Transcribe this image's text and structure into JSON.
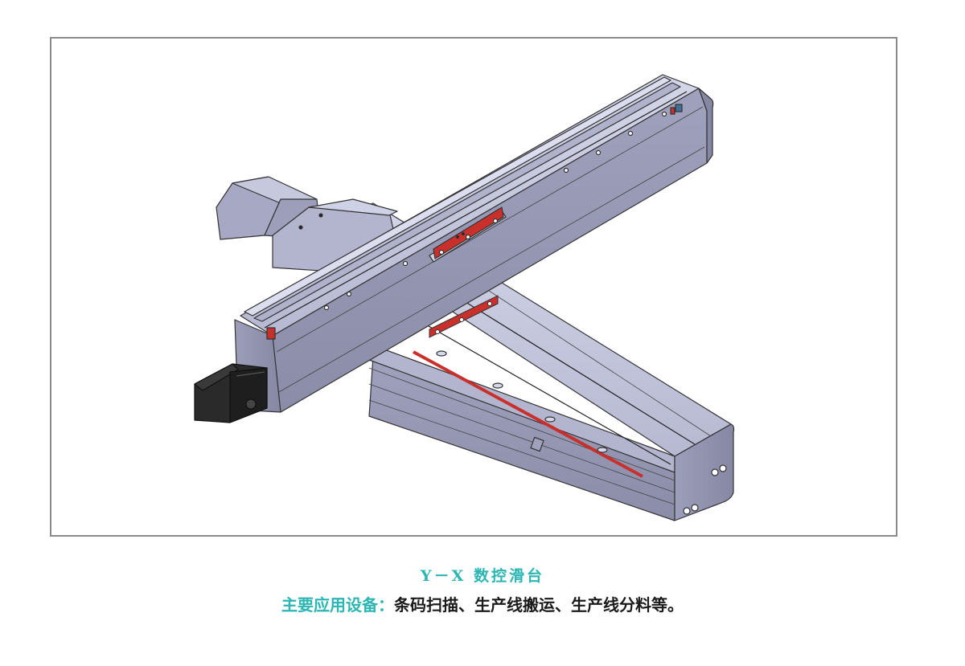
{
  "figure": {
    "subject": "Y-X CNC linear motion stage (3D CAD render)",
    "colors": {
      "frame_border": "#8a8a8a",
      "aluminum_body": "#a9abc6",
      "aluminum_light": "#c9cbe0",
      "aluminum_dark": "#8c8eaa",
      "red_strip": "#c9302c",
      "motor_black": "#2a2a2a",
      "accent_teal": "#2bb5b3"
    },
    "components": [
      "y-axis-rail",
      "x-axis-rail",
      "stepper-motor-x",
      "stepper-motor-y",
      "carriage-slider",
      "red-guide-strips"
    ]
  },
  "caption": {
    "title": "Y－X 数控滑台",
    "applications_label": "主要应用设备：",
    "applications_value": "条码扫描、生产线搬运、生产线分料等。"
  }
}
